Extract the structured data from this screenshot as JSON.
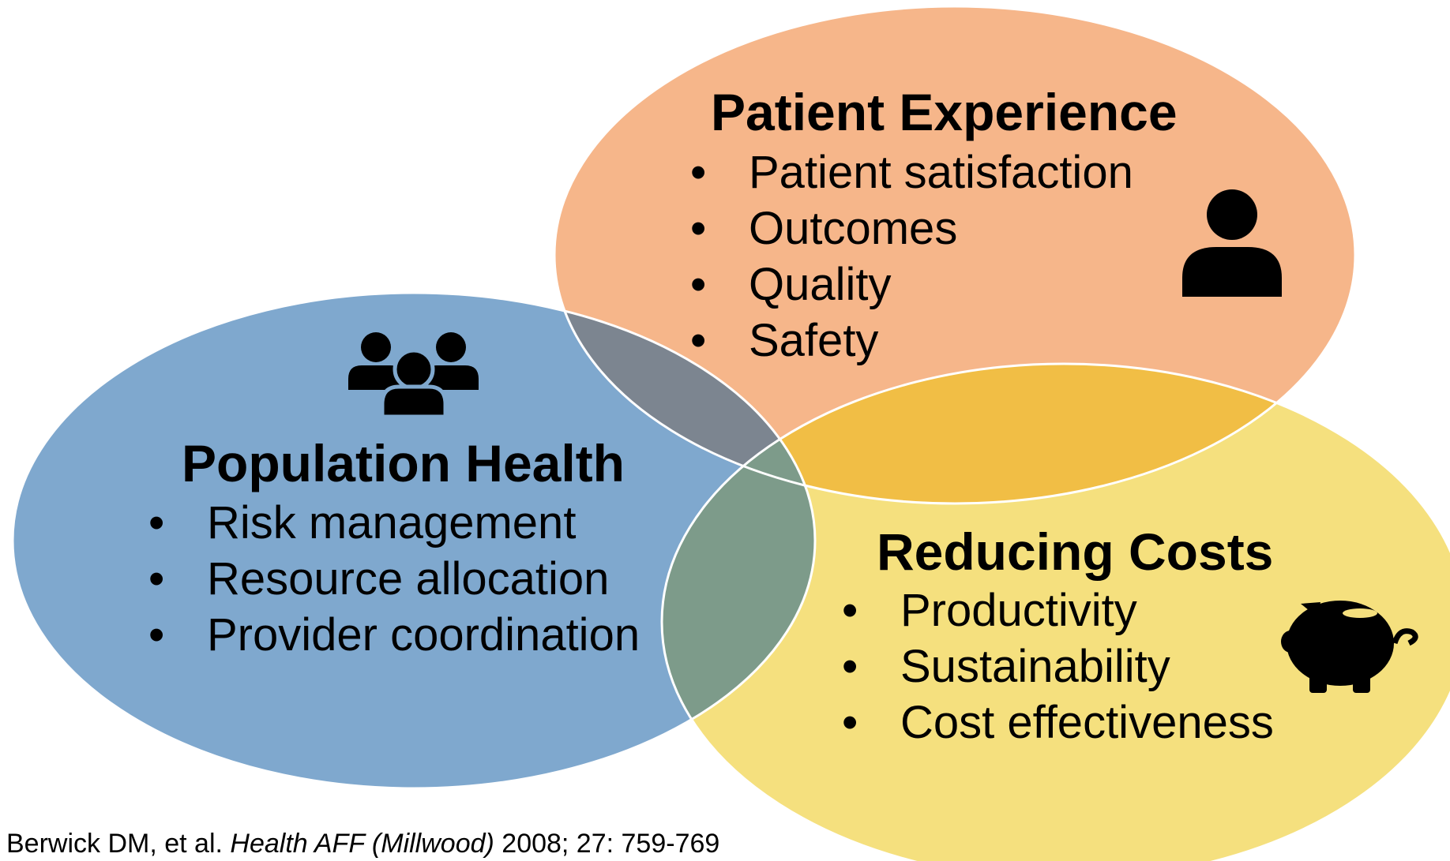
{
  "circles": [
    {
      "id": "patient",
      "title": "Patient Experience",
      "items": [
        "Patient satisfaction",
        "Outcomes",
        "Quality",
        "Safety"
      ],
      "icon": "person-icon",
      "color": "#F6B68A"
    },
    {
      "id": "population",
      "title": "Population Health",
      "items": [
        "Risk management",
        "Resource allocation",
        "Provider coordination"
      ],
      "icon": "group-icon",
      "color": "#7FA8CE"
    },
    {
      "id": "costs",
      "title": "Reducing Costs",
      "items": [
        "Productivity",
        "Sustainability",
        "Cost effectiveness"
      ],
      "icon": "piggy-bank-icon",
      "color": "#F5E07E"
    }
  ],
  "overlap_colors": {
    "patient_population": "#7C8590",
    "patient_costs": "#F1BE45",
    "population_costs": "#7D9B8A"
  },
  "citation": {
    "authors": "Berwick DM, et al.",
    "journal": "Health AFF (Millwood)",
    "details": "2008; 27: 759-769"
  }
}
